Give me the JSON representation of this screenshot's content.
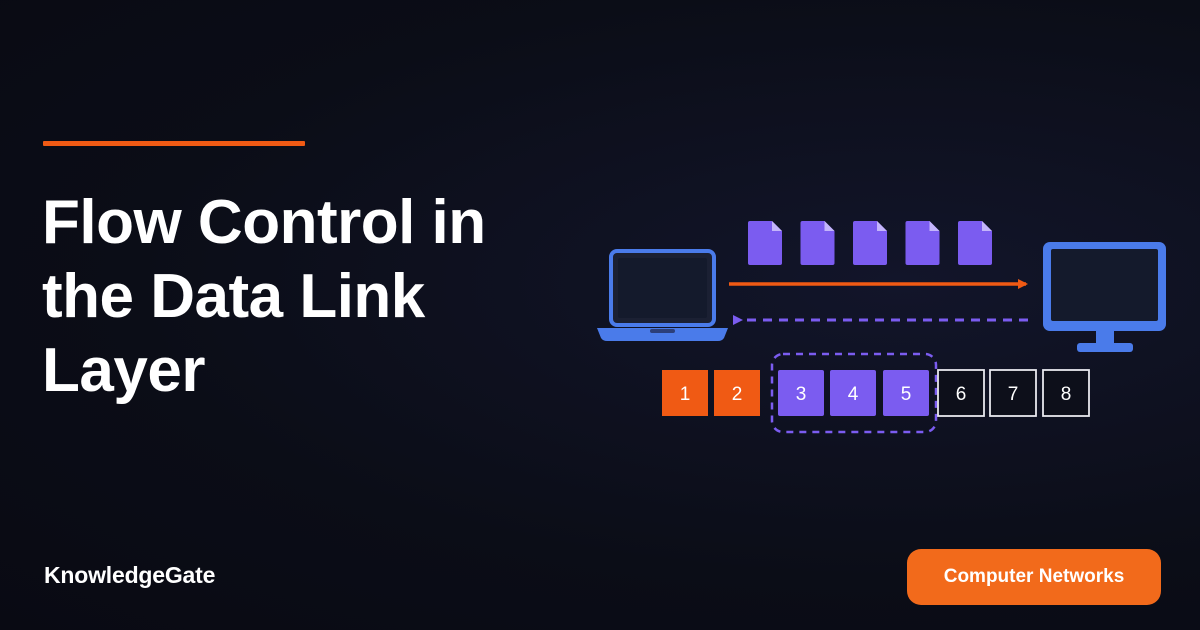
{
  "header": {
    "title_lines": [
      "Flow Control in",
      "the Data Link",
      "Layer"
    ]
  },
  "footer": {
    "brand": "KnowledgeGate",
    "category": "Computer Networks"
  },
  "diagram": {
    "sender_icon": "laptop-icon",
    "receiver_icon": "monitor-icon",
    "packet_icon": "document-icon",
    "packet_count": 5,
    "forward_arrow": "solid",
    "ack_arrow": "dashed",
    "frames": [
      {
        "label": "1",
        "state": "acknowledged"
      },
      {
        "label": "2",
        "state": "acknowledged"
      },
      {
        "label": "3",
        "state": "in-window"
      },
      {
        "label": "4",
        "state": "in-window"
      },
      {
        "label": "5",
        "state": "in-window"
      },
      {
        "label": "6",
        "state": "pending"
      },
      {
        "label": "7",
        "state": "pending"
      },
      {
        "label": "8",
        "state": "pending"
      }
    ],
    "sliding_window_frames": [
      "3",
      "4",
      "5"
    ]
  },
  "colors": {
    "background": "#0b0d17",
    "accent_orange": "#f05a14",
    "accent_purple": "#7b5cf0",
    "device_blue": "#4a7bea",
    "text": "#ffffff"
  }
}
